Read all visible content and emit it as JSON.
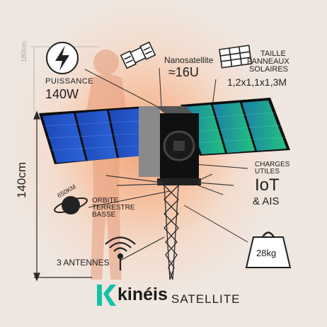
{
  "labels": {
    "dim_small": "180cm",
    "dim_large": "140cm",
    "power_title": "PUISSANCE",
    "power_value": "140W",
    "nanosat_title": "Nanosatellite",
    "nanosat_value": "≈16U",
    "panels_line1": "TAILLE",
    "panels_line2": "PANNEAUX",
    "panels_line3": "SOLAIRES",
    "panels_value": "1,2x1,1x1,3M",
    "payload_line1": "CHARGES",
    "payload_line2": "UTILES",
    "payload_value1": "IoT",
    "payload_value2": "& AIS",
    "orbit_alt": "650KM",
    "orbit_line1": "ORBITE",
    "orbit_line2": "TERRESTRE",
    "orbit_line3": "BASSE",
    "antennas": "3 ANTENNES",
    "weight": "28kg"
  },
  "brand": {
    "name": "kinéis",
    "suffix": "SATELLITE",
    "logo_color": "#17c0a8"
  },
  "colors": {
    "background": "#efe6df",
    "glow": "#f2a47a",
    "blue_panel": "#1f4fc0",
    "green_panel": "#1fb88a",
    "body": "#111111"
  }
}
